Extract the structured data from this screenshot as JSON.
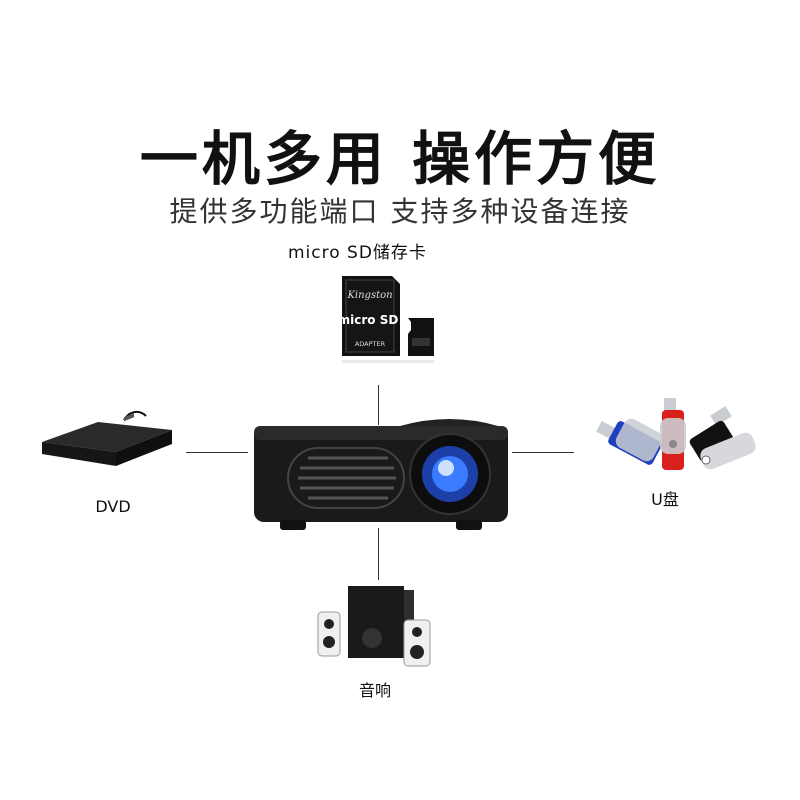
{
  "header": {
    "title": "一机多用 操作方便",
    "subtitle": "提供多功能端口 支持多种设备连接"
  },
  "devices": {
    "sd": {
      "label": "micro SD储存卡",
      "card_brand": "Kingston",
      "card_text": "micro SD",
      "adapter_text": "ADAPTER"
    },
    "dvd": {
      "label": "DVD"
    },
    "usb": {
      "label": "U盘"
    },
    "speaker": {
      "label": "音响"
    }
  },
  "colors": {
    "projector_body": "#1a1a1a",
    "lens_glow": "#3a7bff",
    "usb_blue": "#1f3fbf",
    "usb_red": "#d9201c",
    "usb_silver": "#c9ccd0"
  }
}
